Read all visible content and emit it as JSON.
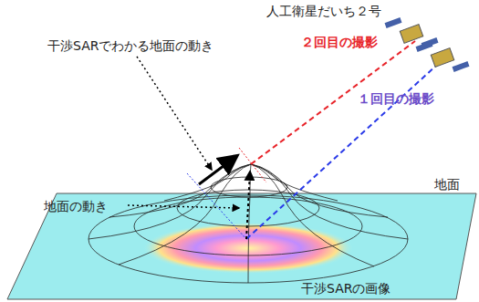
{
  "diagram": {
    "labels": [
      "人工衛星だいち２号",
      "２回目の撮影",
      "干渉SARでわかる地面の動き",
      "１回目の撮影",
      "地面の動き",
      "地面",
      "干渉SARの画像"
    ]
  }
}
